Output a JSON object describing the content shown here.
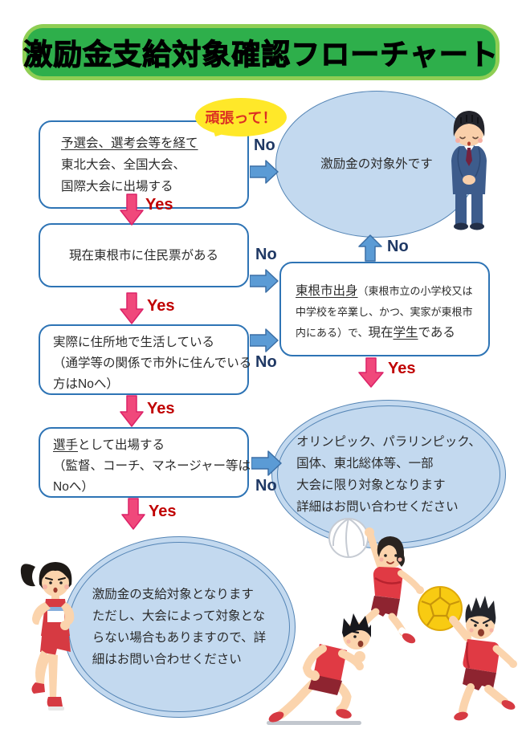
{
  "title": "激励金支給対象確認フローチャート",
  "bubble": {
    "text": "頑張って！"
  },
  "labels": {
    "yes": "Yes",
    "no": "No"
  },
  "nodes": {
    "box1": {
      "lines": [
        [
          {
            "t": "予選会、選考会等を経て",
            "u": true
          }
        ],
        [
          {
            "t": "東北大会、全国大会、"
          }
        ],
        [
          {
            "t": "国際大会に出場する"
          }
        ]
      ]
    },
    "box2": {
      "lines": [
        [
          {
            "t": "現在東根市に住民票がある"
          }
        ]
      ]
    },
    "box3": {
      "lines": [
        [
          {
            "t": "実際に住所地で生活している"
          }
        ],
        [
          {
            "t": "（通学等の関係で市外に住んでいる"
          }
        ],
        [
          {
            "t": "方はNoへ）"
          }
        ]
      ]
    },
    "box4": {
      "lines": [
        [
          {
            "t": "選手",
            "u": true
          },
          {
            "t": "として出場する"
          }
        ],
        [
          {
            "t": "（監督、コーチ、マネージャー等は"
          }
        ],
        [
          {
            "t": "Noへ）"
          }
        ]
      ]
    },
    "box5": {
      "lines": [
        [
          {
            "t": "東根市出身",
            "u": true
          },
          {
            "t": "（東根市立の小学校又は",
            "s": true
          }
        ],
        [
          {
            "t": "中学校を卒業し、かつ、実家が東根市",
            "s": true
          }
        ],
        [
          {
            "t": "内にある）で、",
            "s": true
          },
          {
            "t": "現在"
          },
          {
            "t": "学生",
            "u": true
          },
          {
            "t": "である"
          }
        ]
      ]
    },
    "oval1": {
      "lines": [
        [
          {
            "t": "激励金の対象外です"
          }
        ]
      ]
    },
    "oval2": {
      "lines": [
        [
          {
            "t": "オリンピック、パラリンピック、"
          }
        ],
        [
          {
            "t": "国体、東北総体等、一部"
          }
        ],
        [
          {
            "t": "大会に限り対象となります"
          }
        ],
        [
          {
            "t": "詳細はお問い合わせください"
          }
        ]
      ]
    },
    "oval3": {
      "lines": [
        [
          {
            "t": "激励金の支給対象となります"
          }
        ],
        [
          {
            "t": "ただし、大会によって対象とな"
          }
        ],
        [
          {
            "t": "らない場合もありますので、詳"
          }
        ],
        [
          {
            "t": "細はお問い合わせください"
          }
        ]
      ]
    }
  },
  "illustrations": {
    "bowing_man": "bowing-man-icon",
    "female_runner": "female-runner-icon",
    "volleyball_spiker": "volleyball-player-icon",
    "volleyball": "volleyball-icon",
    "handball_player": "handball-player-icon",
    "yellow_ball": "yellow-ball-icon",
    "sprinter": "sprinter-icon"
  },
  "colors": {
    "banner_green": "#2EAF4B",
    "banner_border_green": "#8FCE54",
    "box_border_blue": "#2E74B5",
    "oval_fill": "#C3D9EF",
    "oval_border": "#5585B5",
    "arrow_blue": "#5B9BD5",
    "arrow_blue_stroke": "#3C6FA5",
    "arrow_pink": "#F0487B",
    "arrow_pink_stroke": "#DC2268",
    "yes_red": "#C00000",
    "no_navy": "#1F3864",
    "bubble_yellow": "#FFE829",
    "bubble_red": "#DC3023"
  }
}
